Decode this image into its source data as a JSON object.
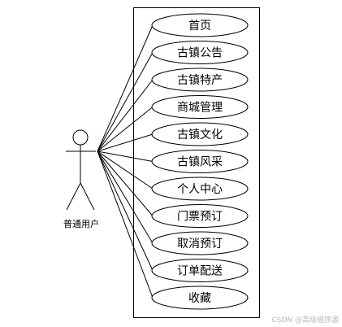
{
  "diagram": {
    "type": "use-case",
    "actor": {
      "name": "普通用户"
    },
    "use_cases": [
      {
        "label": "首页"
      },
      {
        "label": "古镇公告"
      },
      {
        "label": "古镇特产"
      },
      {
        "label": "商城管理"
      },
      {
        "label": "古镇文化"
      },
      {
        "label": "古镇风采"
      },
      {
        "label": "个人中心"
      },
      {
        "label": "门票预订"
      },
      {
        "label": "取消预订"
      },
      {
        "label": "订单配送"
      },
      {
        "label": "收藏"
      }
    ]
  },
  "watermark": "CSDN @高级程序源"
}
